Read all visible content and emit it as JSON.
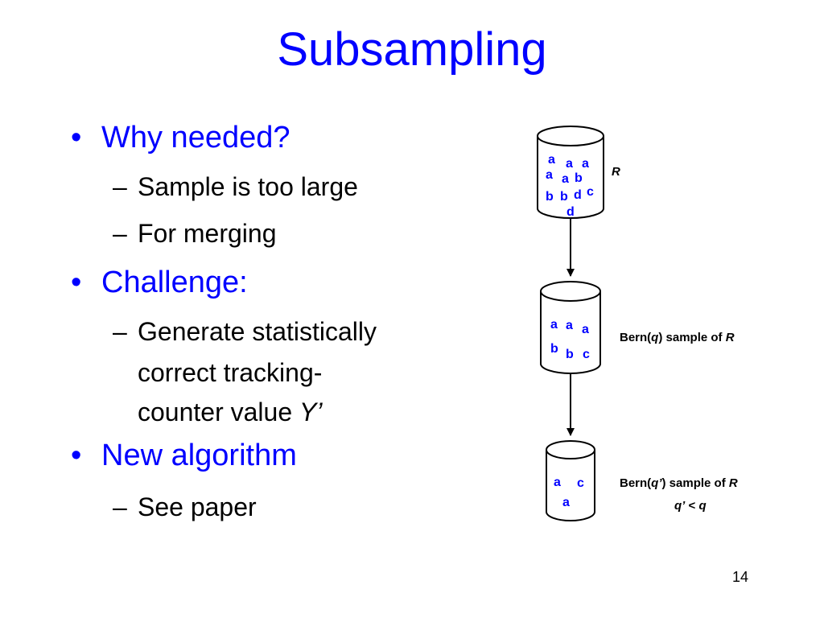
{
  "slide": {
    "title": "Subsampling",
    "page_number": "14",
    "bullets": [
      {
        "text": "Why needed?",
        "subs": [
          "Sample is too large",
          "For merging"
        ]
      },
      {
        "text": "Challenge:",
        "subs": [
          "Generate statistically",
          "correct tracking-",
          "counter value"
        ]
      },
      {
        "text": "New algorithm",
        "subs": [
          "See paper"
        ]
      }
    ],
    "y_prime": "Y’",
    "bullet_glyph": "•",
    "dash_glyph": "–"
  },
  "diagram": {
    "colors": {
      "letters": "#0000ff",
      "labels": "#000000"
    },
    "cyl1": {
      "label": "R",
      "letters": [
        "a",
        "a",
        "a",
        "a",
        "a",
        "b",
        "b",
        "b",
        "d",
        "c",
        "d"
      ]
    },
    "cyl2": {
      "label_pre": "Bern(",
      "label_q": "q",
      "label_post": ") sample of ",
      "label_r": "R",
      "letters": [
        "a",
        "a",
        "a",
        "b",
        "b",
        "c"
      ]
    },
    "cyl3": {
      "label_pre": "Bern(",
      "label_q": "q’",
      "label_post": ") sample of ",
      "label_r": "R",
      "note_q1": "q’",
      "note_lt": " < ",
      "note_q2": "q",
      "letters": [
        "a",
        "c",
        "a"
      ]
    }
  }
}
